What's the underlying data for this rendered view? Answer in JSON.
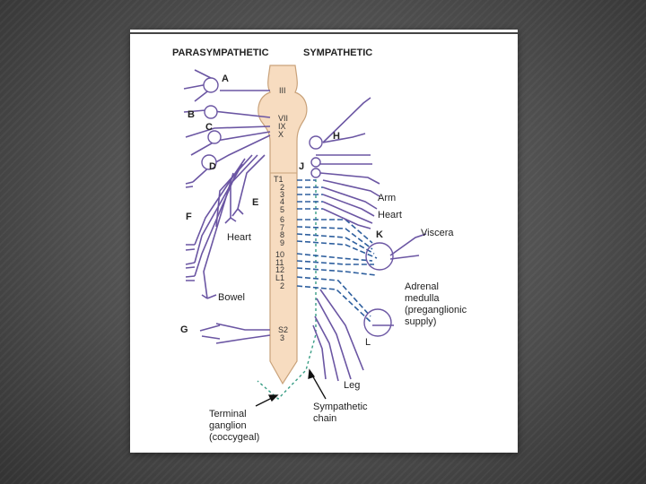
{
  "diagram": {
    "header_left": "PARASYMPATHETIC",
    "header_right": "SYMPATHETIC",
    "letters": {
      "a": "A",
      "b": "B",
      "c": "C",
      "d": "D",
      "e": "E",
      "f": "F",
      "g": "G",
      "h": "H",
      "j": "J",
      "k": "K",
      "l": "L"
    },
    "cranial_nerves": [
      "III",
      "VII",
      "IX",
      "X"
    ],
    "thoracic": [
      "T1",
      "2",
      "3",
      "4",
      "5",
      "6",
      "7",
      "8",
      "9",
      "10",
      "11",
      "12"
    ],
    "lumbar": [
      "L1",
      "2"
    ],
    "sacral": [
      "S2",
      "3"
    ],
    "labels": {
      "arm": "Arm",
      "heart_right": "Heart",
      "viscera": "Viscera",
      "adrenal": [
        "Adrenal",
        "medulla",
        "(preganglionic",
        "supply)"
      ],
      "heart_left": "Heart",
      "bowel": "Bowel",
      "leg": "Leg",
      "terminal": [
        "Terminal",
        "ganglion",
        "(coccygeal)"
      ],
      "sympathetic_chain": [
        "Sympathetic",
        "chain"
      ]
    },
    "colors": {
      "parasympathetic": "#6b56a3",
      "sympathetic_pre": "#2e5f9e",
      "chain": "#3a9e86",
      "spinal_cord": "#f7dcc0",
      "cord_edge": "#c9a27a"
    }
  }
}
